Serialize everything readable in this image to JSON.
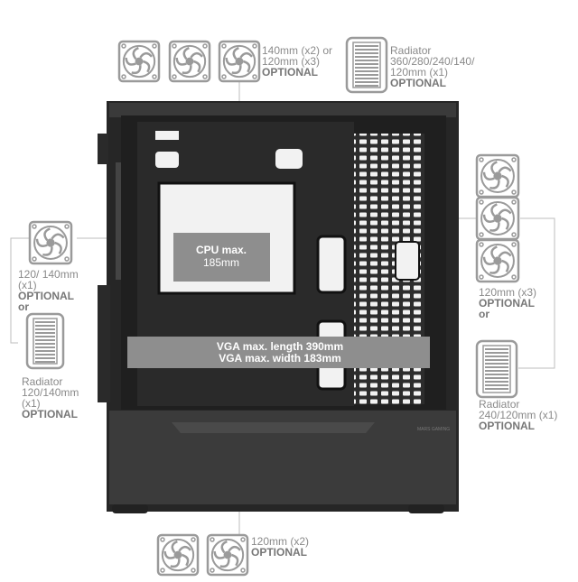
{
  "labels": {
    "top": {
      "line1": "140mm (x2) or",
      "line2": "120mm (x3)",
      "line3": "OPTIONAL"
    },
    "top_radiator": {
      "line1": "Radiator",
      "line2": "360/280/240/140/",
      "line3": "120mm (x1)",
      "line4": "OPTIONAL"
    },
    "left": {
      "line1": "120/ 140mm",
      "line2": "(x1)",
      "line3": "OPTIONAL",
      "line4": "or"
    },
    "left_radiator": {
      "line1": "Radiator",
      "line2": "120/140mm",
      "line3": "(x1)",
      "line4": "OPTIONAL"
    },
    "right": {
      "line1": "120mm (x3)",
      "line2": "OPTIONAL",
      "line3": "or"
    },
    "right_radiator": {
      "line1": "Radiator",
      "line2": "240/120mm (x1)",
      "line3": "OPTIONAL"
    },
    "bottom": {
      "line1": "120mm (x2)",
      "line2": "OPTIONAL"
    },
    "cpu": {
      "line1": "CPU max.",
      "line2": "185mm"
    },
    "vga": {
      "line1": "VGA max. length 390mm",
      "line2": "VGA max. width 183mm"
    }
  },
  "brand_mark": "MARS GAMING",
  "colors": {
    "case": "#2b2b2b",
    "case_dark": "#1a1a1a",
    "fan": "#9a9a9a",
    "label": "#8a8a8a"
  },
  "icons": [
    "fan-icon",
    "radiator-icon"
  ]
}
